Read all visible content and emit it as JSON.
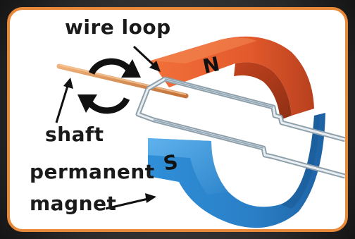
{
  "labels": {
    "wire_loop": "wire loop",
    "shaft": "shaft",
    "permanent": "permanent",
    "magnet": "magnet"
  },
  "poles": {
    "north": "N",
    "south": "S"
  },
  "colors": {
    "border": "#e8893a",
    "north_magnet": "#e55a2a",
    "south_magnet": "#2e8fd6",
    "wire": "#b9c6cf",
    "shaft": "#d9894a"
  },
  "icons": [
    "rotation-arrows-icon",
    "pointer-arrow"
  ]
}
